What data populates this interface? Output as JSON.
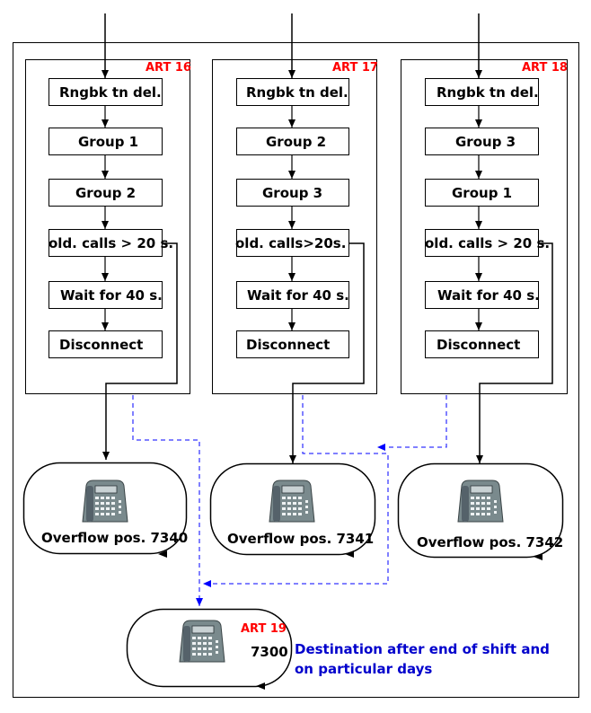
{
  "colors": {
    "art_label": "#ff0000",
    "note": "#0000cc",
    "dashed": "#0000ff",
    "line": "#000000"
  },
  "columns": [
    {
      "art": "ART 16",
      "steps": [
        "Rngbk tn del.",
        "Group 1",
        "Group 2",
        "old. calls > 20 s.",
        "Wait for 40 s.",
        "Disconnect"
      ]
    },
    {
      "art": "ART 17",
      "steps": [
        "Rngbk tn del.",
        "Group 2",
        "Group 3",
        "old. calls>20s.",
        "Wait for 40 s.",
        "Disconnect"
      ]
    },
    {
      "art": "ART 18",
      "steps": [
        "Rngbk tn del.",
        "Group 3",
        "Group 1",
        "old. calls > 20 s.",
        "Wait for 40 s.",
        "Disconnect"
      ]
    }
  ],
  "overflow_positions": [
    "Overflow pos. 7340",
    "Overflow pos. 7341",
    "Overflow pos. 7342"
  ],
  "destination": {
    "art": "ART 19",
    "number": "7300",
    "note_line1": "Destination after end of shift and",
    "note_line2": "on particular days"
  },
  "icons": {
    "telephone": "desk-phone-icon"
  }
}
